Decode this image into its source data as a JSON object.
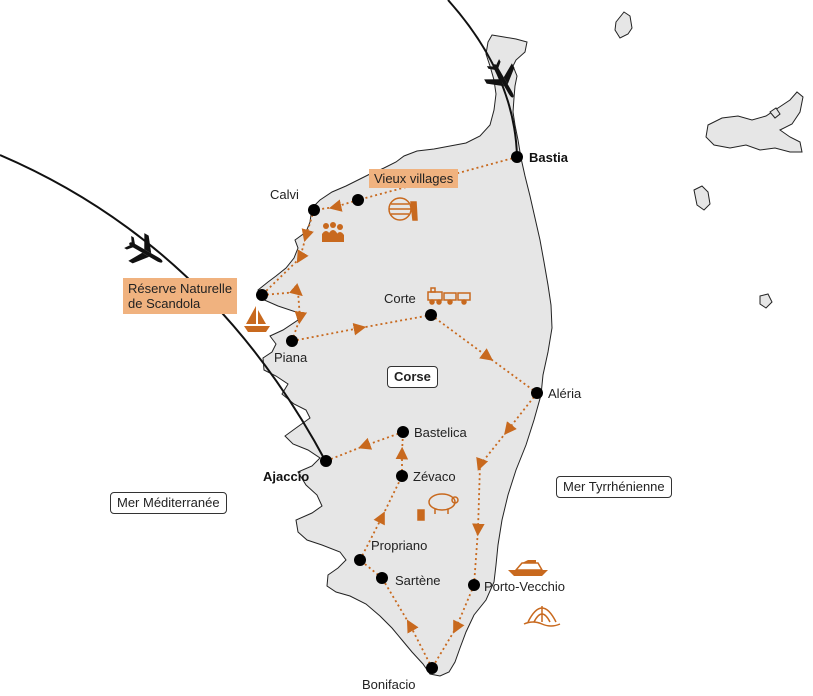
{
  "colors": {
    "land": "#e6e6e6",
    "coast": "#222222",
    "route": "#c8691e",
    "highlight": "#f0b27f",
    "icon": "#c8691e"
  },
  "cities": {
    "bastia": "Bastia",
    "calvi": "Calvi",
    "corte": "Corte",
    "piana": "Piana",
    "aleria": "Aléria",
    "bastelica": "Bastelica",
    "ajaccio": "Ajaccio",
    "zevaco": "Zévaco",
    "propriano": "Propriano",
    "sartene": "Sartène",
    "porto_vecchio": "Porto-Vecchio",
    "bonifacio": "Bonifacio"
  },
  "highlights": {
    "vieux_villages": "Vieux villages",
    "reserve_line1": "Réserve Naturelle",
    "reserve_line2": "de Scandola"
  },
  "regions": {
    "corse": "Corse",
    "mer_med": "Mer Méditerranée",
    "mer_tyr": "Mer Tyrrhénienne"
  },
  "icons": [
    "airplane-icon",
    "wine-barrel-icon",
    "people-icon",
    "train-icon",
    "sailboat-icon",
    "pig-icon",
    "yacht-icon",
    "beach-umbrella-icon"
  ]
}
